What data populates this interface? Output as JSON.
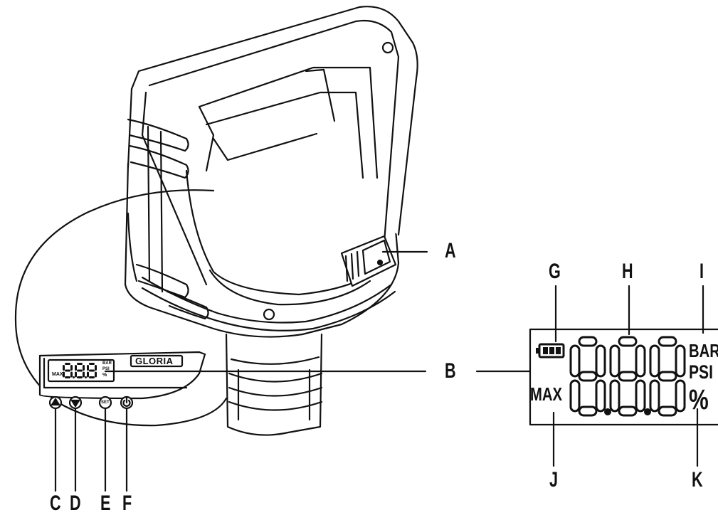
{
  "brand": "GLORIA",
  "mini_display": {
    "digits": "8.8.8",
    "max": "MAX",
    "units": [
      "BAR",
      "PSI",
      "%"
    ],
    "set_button": "SET"
  },
  "lcd": {
    "max": "MAX",
    "units": [
      "BAR",
      "PSI",
      "%"
    ]
  },
  "callouts": {
    "A": "A",
    "B": "B",
    "C": "C",
    "D": "D",
    "E": "E",
    "F": "F",
    "G": "G",
    "H": "H",
    "I": "I",
    "J": "J",
    "K": "K"
  },
  "icons": [
    "battery-icon",
    "up-arrow-icon",
    "down-arrow-icon",
    "power-icon"
  ]
}
